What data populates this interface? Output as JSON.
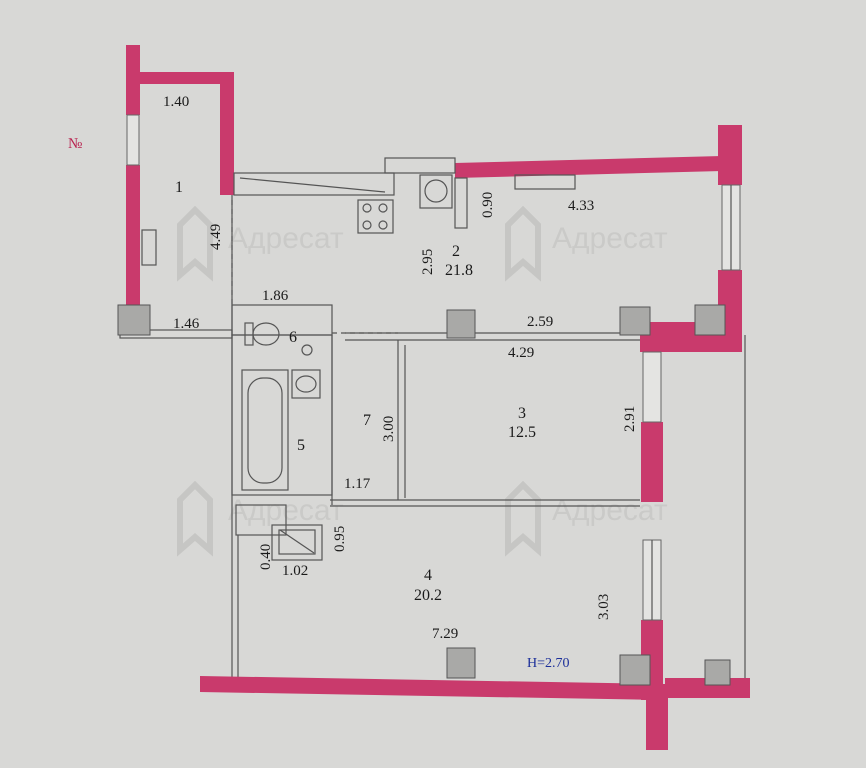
{
  "plan": {
    "number_mark": "№",
    "ceiling_height": "H=2.70",
    "watermark": "Адресат",
    "rooms": [
      {
        "id": "1",
        "area": null
      },
      {
        "id": "2",
        "area": "21.8"
      },
      {
        "id": "3",
        "area": "12.5"
      },
      {
        "id": "4",
        "area": "20.2"
      },
      {
        "id": "5",
        "area": null
      },
      {
        "id": "6",
        "area": null
      },
      {
        "id": "7",
        "area": null
      }
    ],
    "dimensions": {
      "d_1_40": "1.40",
      "d_4_49": "4.49",
      "d_1_86": "1.86",
      "d_1_46": "1.46",
      "d_2_95": "2.95",
      "d_0_90": "0.90",
      "d_4_33": "4.33",
      "d_2_59": "2.59",
      "d_4_29": "4.29",
      "d_3_00": "3.00",
      "d_2_91": "2.91",
      "d_1_17": "1.17",
      "d_0_95": "0.95",
      "d_0_40": "0.40",
      "d_1_02": "1.02",
      "d_7_29": "7.29",
      "d_3_03": "3.03"
    },
    "colors": {
      "wall": "#c93a6c",
      "background": "#d8d8d6",
      "accent_text": "#b8204e"
    }
  }
}
